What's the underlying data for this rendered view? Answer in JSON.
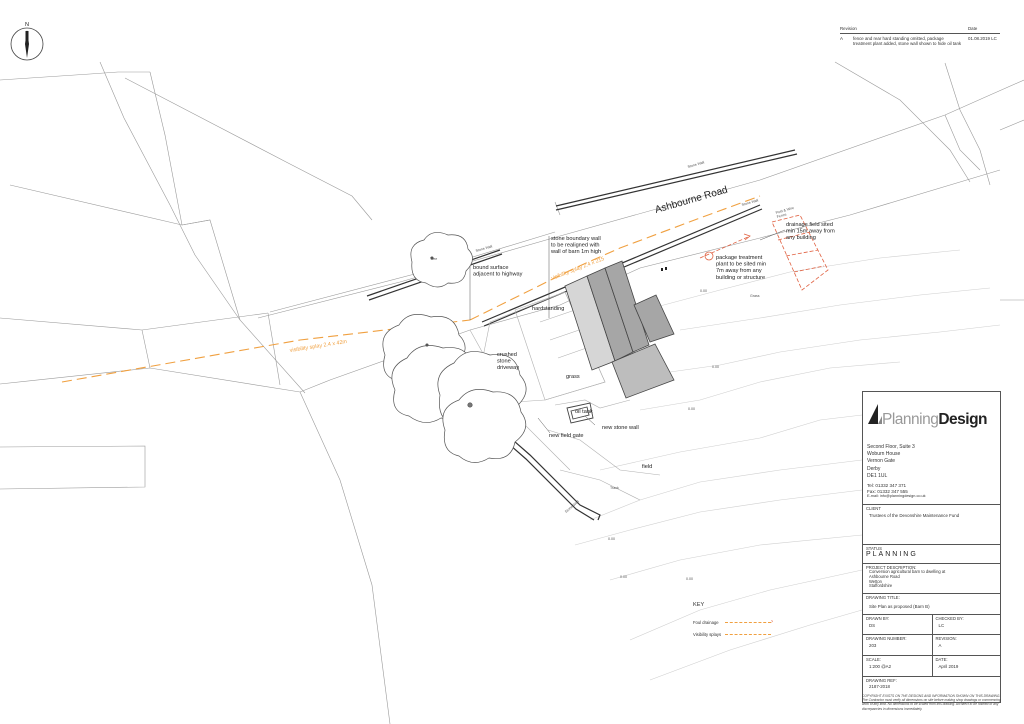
{
  "labels": {
    "north": "N",
    "road": "Ashbourne Road",
    "stone_boundary_wall": "stone boundary wall\nto be realigned with\nwall of barn 1m high",
    "bound_surface": "bound surface\nadjacent to highway",
    "hardstanding": "hardstanding",
    "crushed_stone_driveway": "crushed\nstone\ndriveway",
    "grass_plot": "grass",
    "grass_field": "Grass",
    "oil_tank": "oil tank",
    "new_stone_wall": "new stone wall",
    "new_field_gate": "new field gate",
    "field": "field",
    "drainage_field": "drainage field sited\nmin 15m away from\nany building",
    "package_treatment": "package treatment\nplant to be sited min\n7m away from any\nbuilding or structure",
    "visibility_splay_east": "visibility splay 2.4 x 215",
    "visibility_splay_west": "visibility splay 2.4 x 42m",
    "stone_wall_a": "Stone Wall",
    "stone_wall_b": "Stone Wall",
    "stone_wall_c": "Stone Wall",
    "post_wire_fence": "Post & Wire\nFence",
    "track": "Track"
  },
  "revision": {
    "header_revision": "Revision",
    "header_date": "Date",
    "items": [
      {
        "id": "A",
        "description": "fence and rear hard standing omitted, package\ntreatment plant added, stone wall shown to hide oil tank",
        "date": "01.08.2019 LC"
      }
    ]
  },
  "key": {
    "title": "KEY",
    "items": [
      {
        "label": "Foul drainage",
        "sub": "Foul",
        "color": "#f0a040"
      },
      {
        "label": "Visibility splays",
        "color": "#f0a040"
      }
    ]
  },
  "title_block": {
    "company_light": "Planning",
    "company_bold": "Design",
    "address": [
      "Second Floor, Suite 3",
      "Woburn House",
      "Vernon Gate",
      "Derby",
      "DE1 1UL"
    ],
    "tel": "Tel: 01332 347 371",
    "fax": "Fax: 01332 347 555",
    "email": "E-mail: info@planningdesign.co.uk",
    "client_caption": "CLIENT",
    "client": "Trustees of the Devonshire Maintenance Fund",
    "status_caption": "STATUS",
    "status": "PLANNING",
    "project_caption": "PROJECT DESCRIPTION:",
    "project": "Conversion agricultural barn to dwelling at\nAshbourne Road\nWetton\nStaffordshire",
    "drawing_title_caption": "DRAWING TITLE:",
    "drawing_title": "Site Plan as proposed (Barn B)",
    "drawn_by_caption": "DRAWN BY:",
    "drawn_by": "DS",
    "checked_by_caption": "CHECKED BY:",
    "checked_by": "LC",
    "drawing_number_caption": "DRAWING NUMBER:",
    "drawing_number": "203",
    "revision_caption": "REVISION:",
    "revision": "A",
    "scale_caption": "SCALE:",
    "scale": "1:200 @A2",
    "date_caption": "DATE:",
    "date": "April 2019",
    "drawing_ref_caption": "DRAWING REF:",
    "drawing_ref": "2187-2018",
    "copyright": "COPYRIGHT EXISTS ON THE DESIGNS AND INFORMATION SHOWN ON THIS DRAWING. The Contractor must verify all dimensions on site before making shop drawings or commencing work of any kind. No dimensions to be scaled from this drawing. Architect to be notified of any discrepancies in dimensions immediately."
  },
  "colors": {
    "line": "#444444",
    "light_line": "#bbbbbb",
    "splay": "#f0a040",
    "drainage": "#e06040",
    "barn_light": "#d6d6d6",
    "barn_dark": "#a6a6a6",
    "barn_mid": "#bdbdbd"
  }
}
